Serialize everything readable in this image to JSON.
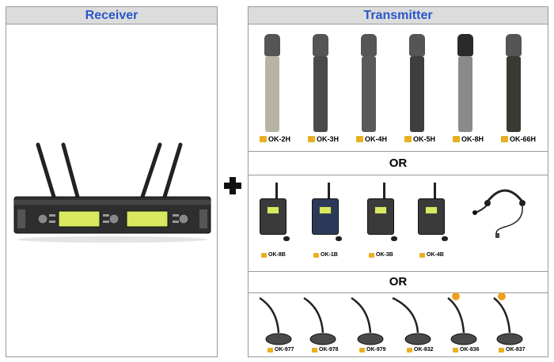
{
  "receiver": {
    "title": "Receiver"
  },
  "transmitter": {
    "title": "Transmitter",
    "or_label_1": "OR",
    "or_label_2": "OR",
    "handhelds": [
      {
        "model": "OK-2H",
        "color": "#b9b3a4"
      },
      {
        "model": "OK-3H",
        "color": "#4a4a4a"
      },
      {
        "model": "OK-4H",
        "color": "#5a5a5a"
      },
      {
        "model": "OK-5H",
        "color": "#3e3e3e"
      },
      {
        "model": "OK-8H",
        "color": "#8a8a8a"
      },
      {
        "model": "OK-66H",
        "color": "#3a3a32"
      }
    ],
    "bodypacks": [
      {
        "model": "OK-8B"
      },
      {
        "model": "OK-1B"
      },
      {
        "model": "OK-3B"
      },
      {
        "model": "OK-4B"
      }
    ],
    "gooseneck": [
      {
        "model": "OK-977"
      },
      {
        "model": "OK-978"
      },
      {
        "model": "OK-979"
      },
      {
        "model": "OK-832"
      },
      {
        "model": "OK-836"
      },
      {
        "model": "OK-837"
      }
    ]
  },
  "colors": {
    "header_text": "#2a56c8",
    "header_bg": "#dcdcdc",
    "label_tag": "#e8b020",
    "lcd": "#d8e860"
  }
}
